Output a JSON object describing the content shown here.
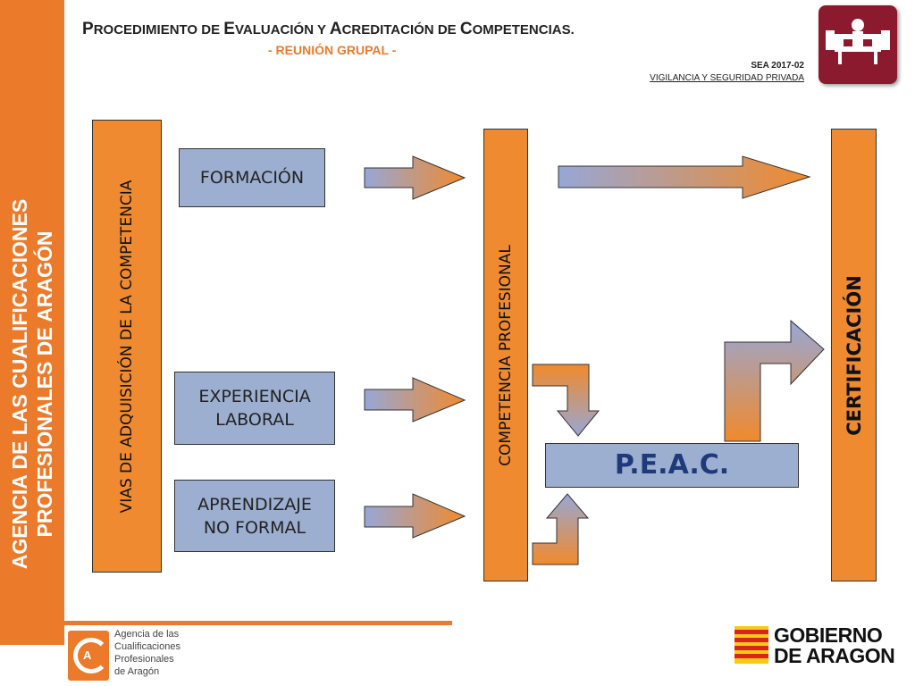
{
  "sidebar": {
    "line1": "AGENCIA DE LAS CUALIFICACIONES",
    "line2": "PROFESIONALES DE ARAGÓN",
    "color": "#EC7A2B"
  },
  "header": {
    "title": "Procedimiento de Evaluación y Acreditación de Competencias.",
    "subtitle": "- REUNIÓN GRUPAL -",
    "code": "SEA 2017-02",
    "program": "VIGILANCIA Y SEGURIDAD PRIVADA",
    "logo_icon": "meeting-icon",
    "logo_color": "#8B1A2E"
  },
  "diagram": {
    "vias_label": "VIAS DE ADQUISICIÓN DE LA COMPETENCIA",
    "formacion": "FORMACIÓN",
    "experiencia_1": "EXPERIENCIA",
    "experiencia_2": "LABORAL",
    "aprendizaje_1": "APRENDIZAJE",
    "aprendizaje_2": "NO FORMAL",
    "competencia_label": "COMPETENCIA PROFESIONAL",
    "peac": "P.E.A.C.",
    "certificacion_label": "CERTIFICACIÓN",
    "colors": {
      "orange": "#EF8A30",
      "blue": "#9DAFD0",
      "peac_text": "#1F3A7A"
    }
  },
  "footer": {
    "agency_l1": "Agencia de las",
    "agency_l2": "Cualificaciones",
    "agency_l3": "Profesionales",
    "agency_l4": "de Aragón",
    "gov_l1": "GOBIERNO",
    "gov_l2": "DE ARAGON"
  }
}
